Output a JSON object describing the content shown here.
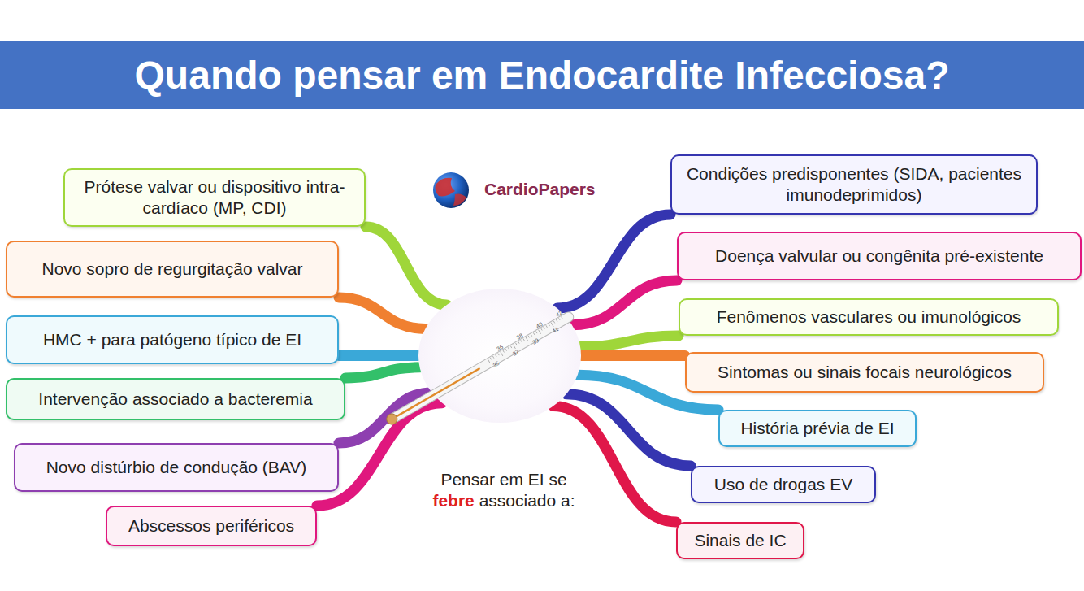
{
  "diagram": {
    "title": "Quando pensar em Endocardite Infecciosa?",
    "nodes": [
      {
        "text": [
          "Prótese valvar ou dispositivo intra-cardíaco (MP, CDI)"
        ]
      },
      {
        "text": [
          "Novo sopro de regurgitação valvar"
        ]
      },
      {
        "text": [
          "HMC + para patógeno típico de EI"
        ]
      },
      {
        "text": [
          "Intervenção associado a bacteremia"
        ]
      },
      {
        "text": [
          "Novo distúrbio de condução (BAV)"
        ]
      },
      {
        "text": [
          "Abscessos periféricos"
        ]
      },
      {
        "text": [
          "Condições predisponentes (SIDA, pacientes imunodeprimidos)"
        ]
      },
      {
        "text": [
          "Doença valvular ou congênita pré-existente"
        ]
      },
      {
        "text": [
          "Fenômenos vasculares ou imunológicos"
        ]
      },
      {
        "text": [
          "Sintomas ou sinais focais neurológicos"
        ]
      },
      {
        "text": [
          "História prévia de EI"
        ]
      },
      {
        "text": [
          "Uso de drogas EV"
        ]
      },
      {
        "text": [
          "Sinais de IC"
        ]
      },
      {
        "text": [
          "Pensar em EI se",
          "febre",
          "associado a:"
        ]
      }
    ],
    "edges": [
      {
        "from": 13,
        "to": 0,
        "arrow": "none"
      },
      {
        "from": 13,
        "to": 1,
        "arrow": "none"
      },
      {
        "from": 13,
        "to": 2,
        "arrow": "none"
      },
      {
        "from": 13,
        "to": 3,
        "arrow": "none"
      },
      {
        "from": 13,
        "to": 4,
        "arrow": "none"
      },
      {
        "from": 13,
        "to": 5,
        "arrow": "none"
      },
      {
        "from": 13,
        "to": 6,
        "arrow": "none"
      },
      {
        "from": 13,
        "to": 7,
        "arrow": "none"
      },
      {
        "from": 13,
        "to": 8,
        "arrow": "none"
      },
      {
        "from": 13,
        "to": 9,
        "arrow": "none"
      },
      {
        "from": 13,
        "to": 10,
        "arrow": "none"
      },
      {
        "from": 13,
        "to": 11,
        "arrow": "none"
      },
      {
        "from": 13,
        "to": 12,
        "arrow": "none"
      }
    ],
    "labels": [
      "CardioPapers",
      "36",
      "38",
      "40",
      "42",
      "35",
      "37",
      "39",
      "41"
    ]
  }
}
